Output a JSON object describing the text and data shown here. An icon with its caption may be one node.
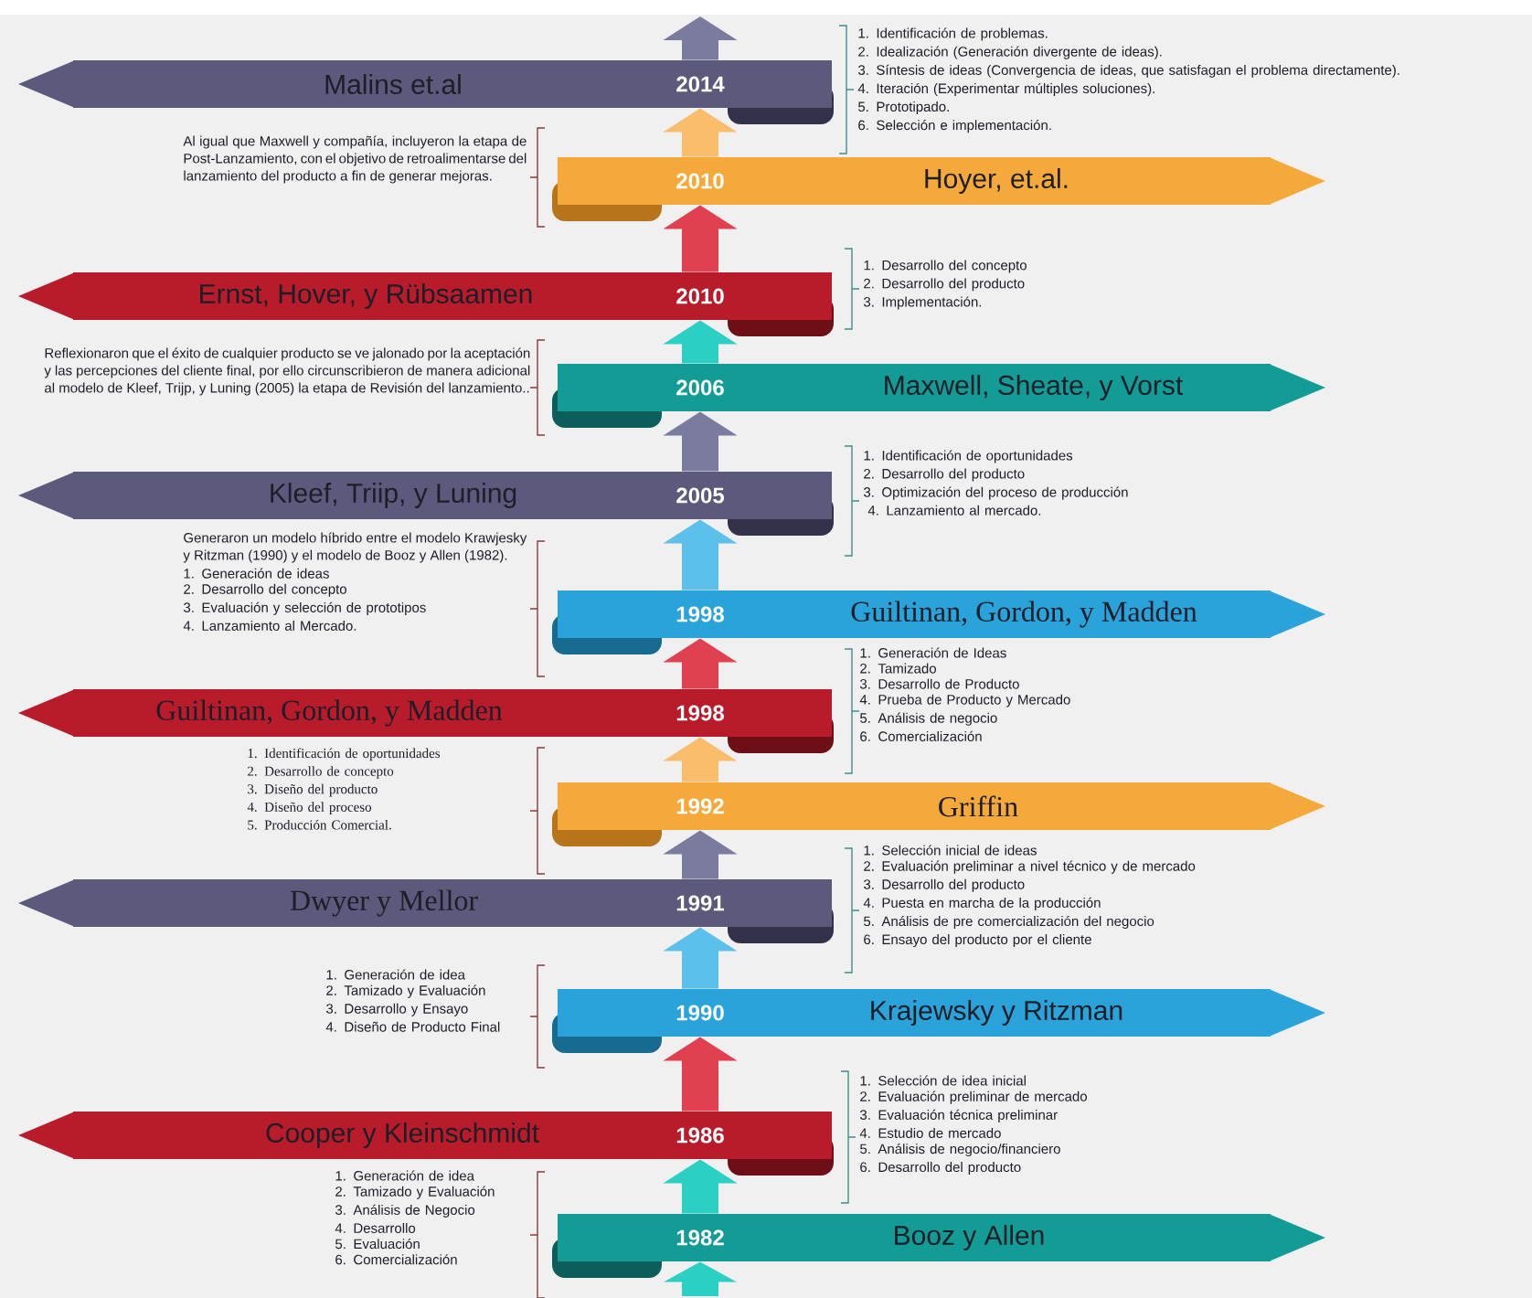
{
  "diagram": {
    "nodes": [
      {
        "text": [
          "Malins et.al",
          "2014"
        ],
        "beside": [
          "1. Identificación de problemas.",
          "2. Idealización (Generación divergente de ideas).",
          "3. Síntesis de ideas (Convergencia de ideas, que satisfagan el problema directamente).",
          "4. Iteración (Experimentar múltiples soluciones).",
          "5.  Prototipado.",
          "6. Selección e implementación."
        ]
      },
      {
        "text": [
          "2010",
          "Hoyer, et.al."
        ],
        "beside": [
          "Al igual que Maxwell y compañía, incluyeron la etapa de Post-Lanzamiento, con el objetivo de retroalimentarse del lanzamiento del producto a fin de generar mejoras."
        ]
      },
      {
        "text": [
          "Ernst, Hover, y Rübsaamen",
          "2010"
        ],
        "beside": [
          "1. Desarrollo del concepto",
          "2. Desarrollo del producto",
          "3. Implementación."
        ]
      },
      {
        "text": [
          "2006",
          "Maxwell, Sheate, y Vorst"
        ],
        "beside": [
          "Reflexionaron que el éxito de cualquier producto se ve jalonado por la aceptación y las percepciones del cliente final, por ello circunscribieron de manera adicional al modelo de Kleef, Trijp, y Luning (2005) la etapa de Revisión del lanzamiento.."
        ]
      },
      {
        "text": [
          "Kleef, Triip, y Luning",
          "2005"
        ],
        "beside": [
          "1. Identificación de oportunidades",
          "2. Desarrollo del producto",
          "3. Optimización del proceso de producción",
          " 4. Lanzamiento al mercado."
        ]
      },
      {
        "text": [
          "1998",
          "Guiltinan, Gordon, y Madden"
        ],
        "beside": [
          "Generaron un modelo híbrido entre el modelo Krawjesky y Ritzman (1990) y el modelo de Booz y Allen (1982).",
          "1. Generación de ideas",
          "2.  Desarrollo del concepto",
          "3. Evaluación y selección de prototipos",
          "4. Lanzamiento al Mercado."
        ]
      },
      {
        "text": [
          "Guiltinan, Gordon, y Madden",
          "1998"
        ],
        "beside": [
          "1. Generación de Ideas",
          "2. Tamizado",
          "3. Desarrollo de Producto",
          "4. Prueba de Producto y Mercado",
          "5. Análisis de negocio",
          "6. Comercialización"
        ]
      },
      {
        "text": [
          "1992",
          "Griffin"
        ],
        "beside": [
          "1. Identificación de oportunidades",
          "2. Desarrollo de concepto",
          "3. Diseño del producto",
          "4. Diseño del proceso",
          "5. Producción Comercial."
        ]
      },
      {
        "text": [
          "Dwyer y Mellor",
          "1991"
        ],
        "beside": [
          "1. Selección inicial de ideas",
          "2. Evaluación preliminar a nivel técnico y de mercado",
          "3. Desarrollo del producto",
          "4. Puesta en marcha de la producción",
          "5. Análisis de pre comercialización del negocio",
          "6. Ensayo del producto por el cliente"
        ]
      },
      {
        "text": [
          "1990",
          "Krajewsky y Ritzman"
        ],
        "beside": [
          "1. Generación de idea",
          "2. Tamizado y Evaluación",
          "3. Desarrollo y Ensayo",
          "4. Diseño de Producto Final"
        ]
      },
      {
        "text": [
          "Cooper y Kleinschmidt",
          "1986"
        ],
        "beside": [
          "1. Selección de idea inicial",
          "2. Evaluación preliminar de mercado",
          "3. Evaluación técnica preliminar",
          "4. Estudio de mercado",
          "5. Análisis de negocio/financiero",
          "6. Desarrollo del producto"
        ]
      },
      {
        "text": [
          "1982",
          "Booz y Allen"
        ],
        "beside": [
          "1. Generación de idea",
          "2. Tamizado y Evaluación",
          "3.  Análisis de Negocio",
          "4.  Desarrollo",
          "5. Evaluación",
          "6. Comercialización"
        ]
      }
    ],
    "edges": [
      {
        "from": 1,
        "to": 0,
        "arrow": "to",
        "color": "#f9bd6b"
      },
      {
        "from": 2,
        "to": 1,
        "arrow": "to",
        "color": "#e0404f"
      },
      {
        "from": 3,
        "to": 2,
        "arrow": "to",
        "color": "#2ccfc4"
      },
      {
        "from": 4,
        "to": 3,
        "arrow": "to",
        "color": "#7b7ba0"
      },
      {
        "from": 5,
        "to": 4,
        "arrow": "to",
        "color": "#5cc0ea"
      },
      {
        "from": 6,
        "to": 5,
        "arrow": "to",
        "color": "#e0404f"
      },
      {
        "from": 7,
        "to": 6,
        "arrow": "to",
        "color": "#f9bd6b"
      },
      {
        "from": 8,
        "to": 7,
        "arrow": "to",
        "color": "#7b7ba0"
      },
      {
        "from": 9,
        "to": 8,
        "arrow": "to",
        "color": "#5cc0ea"
      },
      {
        "from": 10,
        "to": 9,
        "arrow": "to",
        "color": "#e0404f"
      },
      {
        "from": 11,
        "to": 10,
        "arrow": "to",
        "color": "#2ccfc4"
      },
      {
        "from": 0,
        "to": null,
        "arrow": "to",
        "color": "#7b7ba0"
      },
      {
        "from": null,
        "to": 11,
        "arrow": "to",
        "color": "#2ccfc4"
      }
    ]
  }
}
